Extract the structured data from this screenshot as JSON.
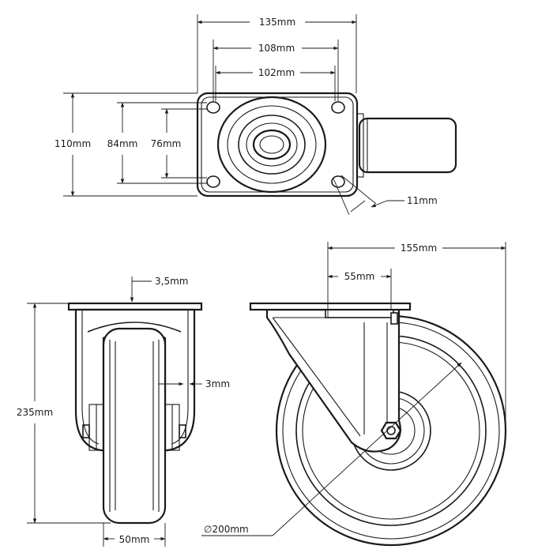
{
  "dimensions": {
    "top_overall_width": "135mm",
    "top_hole_spacing_outer": "108mm",
    "top_hole_spacing_inner": "102mm",
    "top_overall_height": "110mm",
    "top_hole_height_outer": "84mm",
    "top_hole_height_inner": "76mm",
    "bolt_hole_size": "11mm",
    "plate_thickness": "3,5mm",
    "fork_thickness": "3mm",
    "overall_height": "235mm",
    "wheel_width": "50mm",
    "swivel_offset": "55mm",
    "overall_length": "155mm",
    "wheel_diameter": "∅200mm"
  }
}
